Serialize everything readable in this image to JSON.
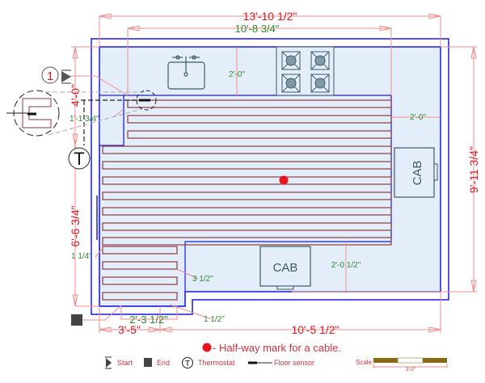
{
  "colors": {
    "wall": "#1a1ae6",
    "floor": "#e3eefa",
    "cable": "#8b3a3a",
    "dimension": "#e8141e",
    "dimension_secondary": "#2e8b2e",
    "fixture": "#3d5a66",
    "halfway_mark": "#e8141e"
  },
  "dimensions": {
    "overall_width": "13'-10 1/2\"",
    "heated_width": "10'-8 3/4\"",
    "overall_height": "9'-11 3/4\"",
    "left_upper": "4'-0\"",
    "left_lower": "6'-6 3/4\"",
    "bottom_left": "3'-5\"",
    "bottom_right": "10'-5 1/2\"",
    "lower_heated_width": "2'-3 1/2\"",
    "top_clearance": "2'-0\"",
    "right_clearance": "2'-0\"",
    "cab_clearance": "2'-0 1/2\"",
    "sensor_offset": "1'-1 3/4\"",
    "edge_gap": "1 1/4\"",
    "cable_spacing": "3 1/2\"",
    "end_gap": "1 1/2\""
  },
  "fixtures": {
    "cabinet_right": "CAB",
    "cabinet_bottom": "CAB"
  },
  "markers": {
    "start_number": "1",
    "thermostat_symbol": "T"
  },
  "legend": {
    "halfway": "- Half-way mark for a cable.",
    "start": "Start",
    "end": "End",
    "thermostat": "Thermostat",
    "thermostat_symbol": "T",
    "floor_sensor": "Floor sensor",
    "scale": "Scale",
    "scale_length": "3'-0\""
  }
}
